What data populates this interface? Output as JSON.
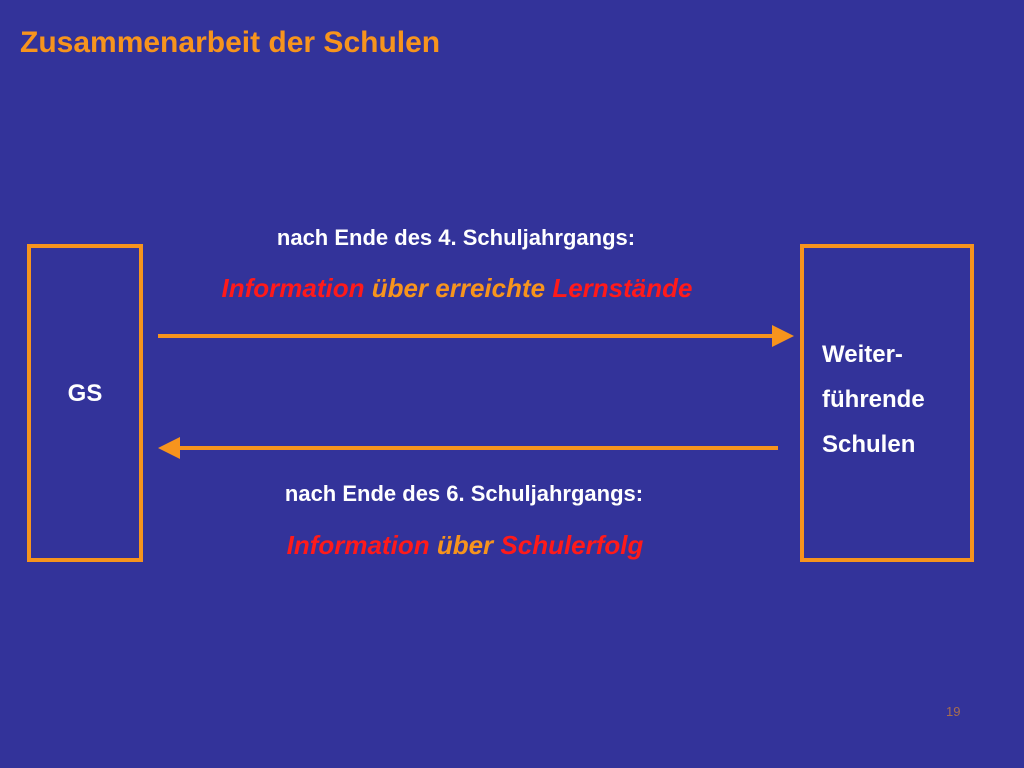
{
  "title": "Zusammenarbeit der Schulen",
  "left_box": {
    "label": "GS"
  },
  "right_box": {
    "lines": [
      "Weiter-",
      "führende",
      "Schulen"
    ]
  },
  "top_flow": {
    "caption": "nach Ende des 4. Schuljahrgangs:",
    "info": [
      {
        "text": "Information",
        "emphasis": true
      },
      {
        "text": " über erreichte ",
        "emphasis": false
      },
      {
        "text": "Lernstände",
        "emphasis": true
      }
    ]
  },
  "bottom_flow": {
    "caption": "nach Ende des 6. Schuljahrgangs:",
    "info": [
      {
        "text": "Information",
        "emphasis": true
      },
      {
        "text": " über ",
        "emphasis": false
      },
      {
        "text": "Schulerfolg",
        "emphasis": true
      }
    ]
  },
  "page_number": "19",
  "colors": {
    "background": "#33339a",
    "accent": "#f7941d",
    "emphasis": "#ff1a1a",
    "text_light": "#ffffff"
  }
}
